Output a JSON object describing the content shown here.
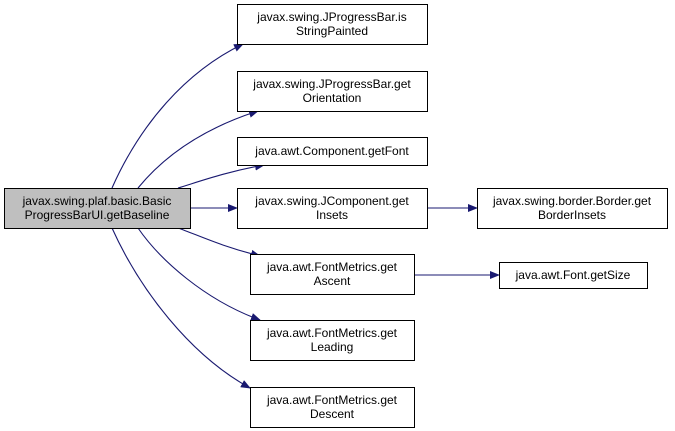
{
  "colors": {
    "root_fill": "#bfbfbf",
    "node_fill": "#ffffff",
    "edge_color": "#191970"
  },
  "nodes": [
    {
      "id": "root",
      "lines": [
        "javax.swing.plaf.basic.Basic",
        "ProgressBarUI.getBaseline"
      ]
    },
    {
      "id": "isStringPainted",
      "lines": [
        "javax.swing.JProgressBar.is",
        "StringPainted"
      ]
    },
    {
      "id": "getOrientation",
      "lines": [
        "javax.swing.JProgressBar.get",
        "Orientation"
      ]
    },
    {
      "id": "getFont",
      "lines": [
        "java.awt.Component.getFont"
      ]
    },
    {
      "id": "getInsets",
      "lines": [
        "javax.swing.JComponent.get",
        "Insets"
      ]
    },
    {
      "id": "getBorderInsets",
      "lines": [
        "javax.swing.border.Border.get",
        "BorderInsets"
      ]
    },
    {
      "id": "getAscent",
      "lines": [
        "java.awt.FontMetrics.get",
        "Ascent"
      ]
    },
    {
      "id": "getSize",
      "lines": [
        "java.awt.Font.getSize"
      ]
    },
    {
      "id": "getLeading",
      "lines": [
        "java.awt.FontMetrics.get",
        "Leading"
      ]
    },
    {
      "id": "getDescent",
      "lines": [
        "java.awt.FontMetrics.get",
        "Descent"
      ]
    }
  ],
  "edges": [
    {
      "from": "root",
      "to": "isStringPainted"
    },
    {
      "from": "root",
      "to": "getOrientation"
    },
    {
      "from": "root",
      "to": "getFont"
    },
    {
      "from": "root",
      "to": "getInsets"
    },
    {
      "from": "root",
      "to": "getAscent"
    },
    {
      "from": "root",
      "to": "getLeading"
    },
    {
      "from": "root",
      "to": "getDescent"
    },
    {
      "from": "getInsets",
      "to": "getBorderInsets"
    },
    {
      "from": "getAscent",
      "to": "getSize"
    }
  ]
}
